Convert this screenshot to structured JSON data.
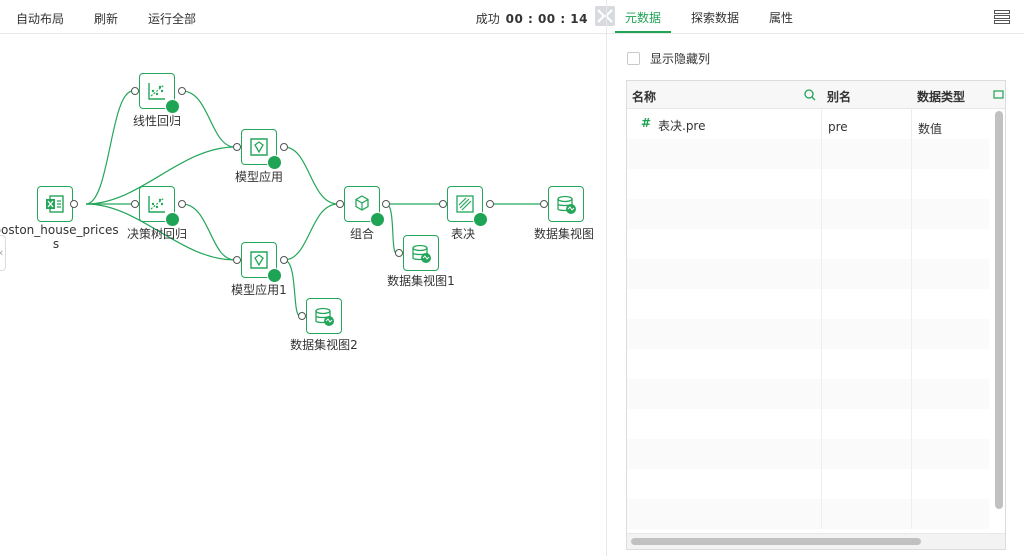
{
  "toolbar": {
    "auto_layout": "自动布局",
    "refresh": "刷新",
    "run_all": "运行全部",
    "status_label": "成功",
    "status_time": "00 : 00 : 14"
  },
  "nodes": {
    "source": "boston_house_prices",
    "linear": "线性回归",
    "tree": "决策树回归",
    "model_apply": "模型应用",
    "model_apply1": "模型应用1",
    "combine": "组合",
    "table_decision": "表决",
    "dataset_view": "数据集视图",
    "dataset_view1": "数据集视图1",
    "dataset_view2": "数据集视图2"
  },
  "panel": {
    "tabs": [
      "元数据",
      "探索数据",
      "属性"
    ],
    "show_hidden": "显示隐藏列",
    "columns": [
      "名称",
      "别名",
      "数据类型"
    ],
    "rows": [
      {
        "type_icon": "#",
        "name": "表决.pre",
        "alias": "pre",
        "dtype": "数值"
      }
    ]
  },
  "colors": {
    "accent": "#1fa354",
    "node_border": "#24a65a"
  }
}
